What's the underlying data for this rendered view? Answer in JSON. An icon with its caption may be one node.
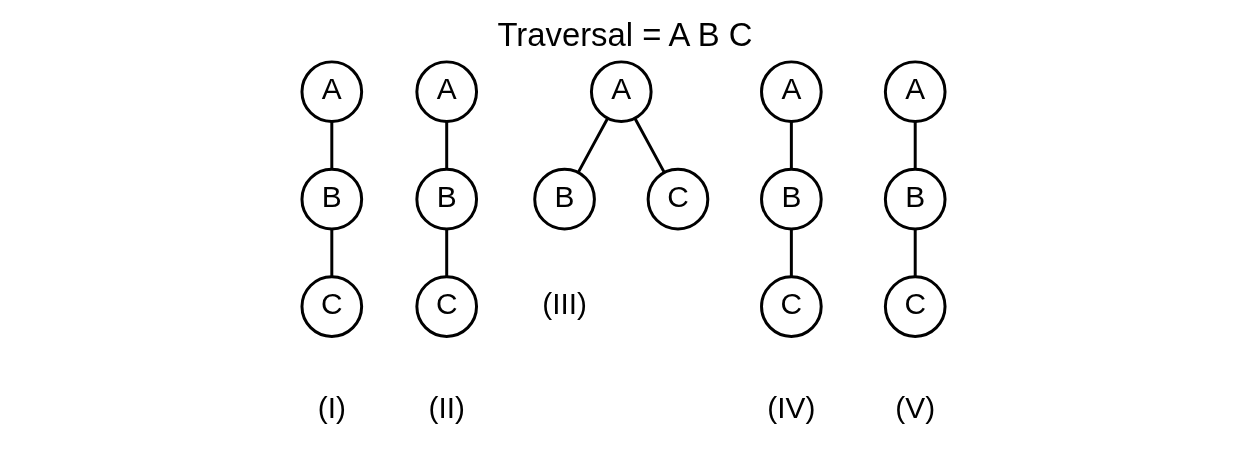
{
  "diagram": {
    "title": "Traversal = A B C",
    "nodes": [
      {
        "text": [
          "A"
        ]
      },
      {
        "text": [
          "B"
        ]
      },
      {
        "text": [
          "C"
        ]
      },
      {
        "text": [
          "A"
        ]
      },
      {
        "text": [
          "B"
        ]
      },
      {
        "text": [
          "C"
        ]
      },
      {
        "text": [
          "A"
        ]
      },
      {
        "text": [
          "B"
        ]
      },
      {
        "text": [
          "C"
        ]
      },
      {
        "text": [
          "A"
        ]
      },
      {
        "text": [
          "B"
        ]
      },
      {
        "text": [
          "C"
        ]
      },
      {
        "text": [
          "A"
        ]
      },
      {
        "text": [
          "B"
        ]
      },
      {
        "text": [
          "C"
        ]
      }
    ],
    "edges": [
      {
        "from": 0,
        "to": 1,
        "arrow": "none"
      },
      {
        "from": 1,
        "to": 2,
        "arrow": "none"
      },
      {
        "from": 3,
        "to": 4,
        "arrow": "none"
      },
      {
        "from": 4,
        "to": 5,
        "arrow": "none"
      },
      {
        "from": 6,
        "to": 7,
        "arrow": "none"
      },
      {
        "from": 6,
        "to": 8,
        "arrow": "none"
      },
      {
        "from": 9,
        "to": 10,
        "arrow": "none"
      },
      {
        "from": 10,
        "to": 11,
        "arrow": "none"
      },
      {
        "from": 12,
        "to": 13,
        "arrow": "none"
      },
      {
        "from": 13,
        "to": 14,
        "arrow": "none"
      }
    ],
    "labels": [
      "(I)",
      "(II)",
      "(III)",
      "(IV)",
      "(V)"
    ]
  }
}
